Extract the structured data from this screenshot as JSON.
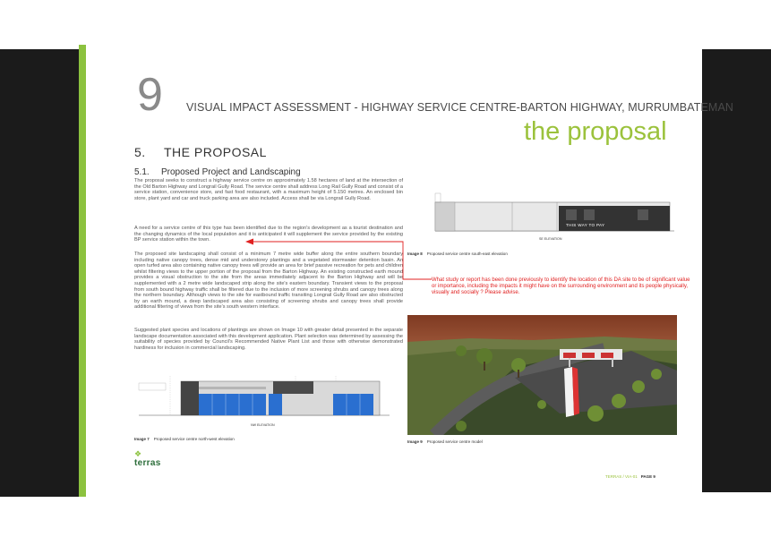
{
  "header": {
    "chapter_number": "9",
    "document_title": "VISUAL IMPACT ASSESSMENT - HIGHWAY SERVICE CENTRE-BARTON HIGHWAY, MURRUMBATEMAN",
    "section_title": "the proposal"
  },
  "section": {
    "number": "5.",
    "title": "THE PROPOSAL",
    "subsection_number": "5.1.",
    "subsection_title": "Proposed Project and Landscaping"
  },
  "paragraphs": {
    "p1": "The proposal seeks to construct a highway service centre on approximately 1.58 hectares of land at the intersection of the Old Barton Highway and Longrail Gully Road. The service centre shall address Long Rail Gully Road and consist of a service station, convenience store, and fast food restaurant, with a maximum height of 5.150 metres. An enclosed bin store, plant yard and car and truck parking area are also included. Access shall be via Longrail Gully Road.",
    "p2": "A need for a service centre of this type has been identified due to the region's development as a tourist destination and the changing dynamics of the local population and it is anticipated it will supplement the service provided by the existing BP service station within the town.",
    "p3": "The proposed site landscaping shall consist of a minimum 7 metre wide buffer along the entire southern boundary including native canopy trees, dense mid and understorey plantings and a vegetated stormwater detention basin. An open turfed area also containing native canopy trees will provide an area for brief passive recreation for pets and children whilst filtering views to the upper portion of the proposal from the Barton Highway. An existing constructed earth mound provides a visual obstruction to the site from the areas immediately adjacent to the Barton Highway and will be supplemented with a 2 metre wide landscaped strip along the site's eastern boundary. Transient views to the proposal from south bound highway traffic shall be filtered due to the inclusion of more screening shrubs and canopy trees along the northern boundary. Although views to the site for eastbound traffic transiting Longrail Gully Road are also obstructed by an earth mound, a deep landscaped area also consisting of screening shrubs and canopy trees shall provide additional filtering of views from the site's south western interface.",
    "p4": "Suggested plant species and locations of plantings are shown on Image 10 with greater detail presented in the separate landscape documentation associated with this development application. Plant selection was determined by assessing the suitability of species provided by Council's Recommended Native Plant List and those with otherwise demonstrated hardiness for inclusion in commercial landscaping."
  },
  "images": {
    "image7": {
      "label": "Image 7",
      "caption": "Proposed service centre north-west elevation",
      "drawing_title": "NW ELEVATION"
    },
    "image8": {
      "label": "Image 8",
      "caption": "Proposed service centre south-east elevation",
      "drawing_title": "SE ELEVATION",
      "sign_text": "THIS WAY TO PAY"
    },
    "image9": {
      "label": "Image 9",
      "caption": "Proposed service centre model"
    }
  },
  "comment": {
    "text": "What study or report has been done previously to identify the location of this DA site to be of significant value or importance, including the impacts it might have on the surrounding environment and its people physically, visually and socially ? Please advise.",
    "color": "#e02020"
  },
  "footer": {
    "logo": "terras",
    "doc_ref": "TERRAS / VIA-01",
    "page": "PAGE 9"
  },
  "colors": {
    "accent_green": "#9bc23c",
    "dark_band": "#1b1b1b",
    "glazing_blue": "#2a6fd0"
  }
}
